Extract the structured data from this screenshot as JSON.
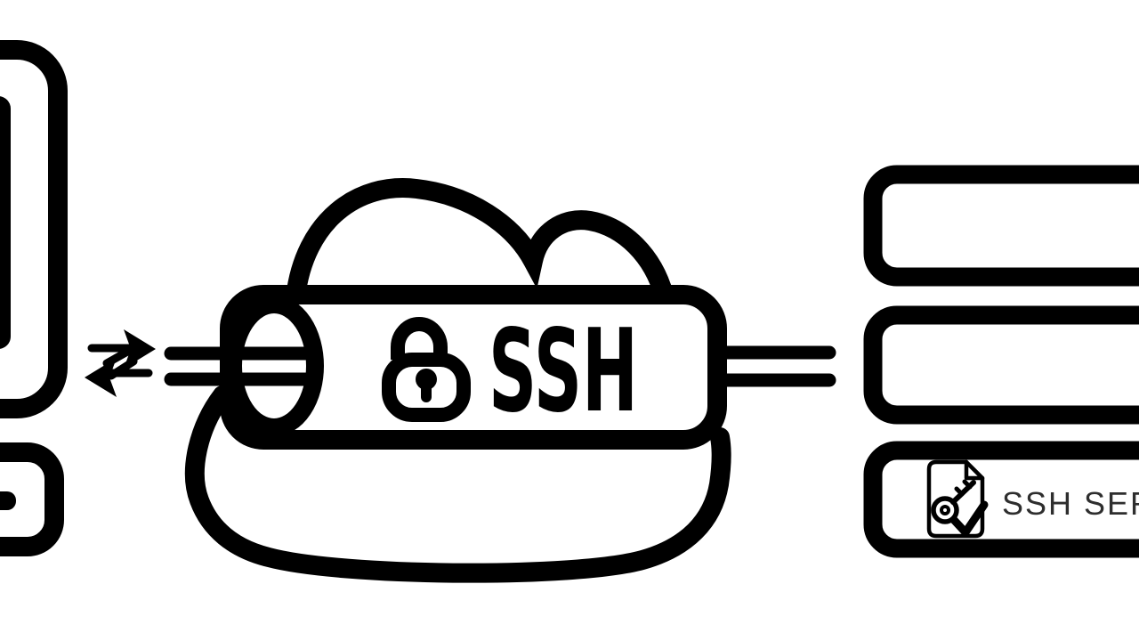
{
  "page": {
    "background": "#ffffff",
    "ink": "#000000",
    "label_color": "#2e2e2e"
  },
  "diagram": {
    "tunnel_label": "SSH",
    "server_label": "SSH SERVER",
    "icons": {
      "client_monitor": "monitor-icon",
      "client_base": "system-unit-icon",
      "transfer_arrows": "bidirectional-arrows-icon",
      "cloud": "cloud-icon",
      "tunnel": "tunnel-cylinder-icon",
      "padlock": "padlock-icon",
      "cable_left": "cable-left",
      "cable_right": "cable-right",
      "server_rack": "server-rack-icon",
      "key_document": "key-document-icon"
    }
  }
}
